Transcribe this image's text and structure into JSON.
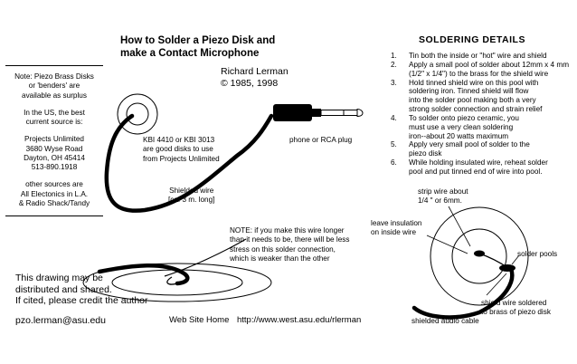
{
  "title": {
    "line1": "How to Solder a Piezo Disk and",
    "line2": "make a Contact Microphone"
  },
  "author": {
    "name": "Richard Lerman",
    "copyright": "© 1985, 1998"
  },
  "sidebar": {
    "lines_a": [
      "Note:  Piezo Brass Disks",
      "or 'benders' are",
      "available as surplus"
    ],
    "lines_b": [
      "In the US, the best",
      "current source is:"
    ],
    "lines_c": [
      "Projects Unlimited",
      "3680 Wyse Road",
      "Dayton, OH  45414",
      "513-890.1918"
    ],
    "lines_d": [
      "other sources are",
      "All Electonics in L.A.",
      "& Radio Shack/Tandy"
    ]
  },
  "labels": {
    "kbi": [
      "KBI 4410 or KBI 3013",
      "are good disks to use",
      "from Projects Unlimited"
    ],
    "plug": "phone or RCA plug",
    "shielded": [
      "Shielded wire",
      "[ca.  3 m. long]"
    ],
    "note": [
      "NOTE:  if you make this wire longer",
      "than it needs to be, there will be less",
      "stress on this solder connection,",
      "which is weaker than the other"
    ]
  },
  "distribution": [
    "This drawing may be",
    "distributed and shared.",
    "If cited, please credit the author"
  ],
  "footer": {
    "email": "pzo.lerman@asu.edu",
    "home": "Web Site Home",
    "url": "http://www.west.asu.edu/rlerman"
  },
  "soldering": {
    "heading": "SOLDERING DETAILS",
    "steps": [
      {
        "n": "1.",
        "lines": [
          "Tin both the inside or \"hot\" wire and shield"
        ]
      },
      {
        "n": "2.",
        "lines": [
          "Apply a small pool of solder about 12mm x 4 mm",
          "(1/2\" x 1/4\")  to the brass for the shield wire"
        ]
      },
      {
        "n": "3.",
        "lines": [
          "Hold tinned shield wire on this pool with",
          "soldering iron.  Tinned shield will flow",
          "into the solder pool making both a very",
          "strong solder connection and strain relief"
        ]
      },
      {
        "n": "4.",
        "lines": [
          "To solder onto piezo ceramic, you",
          " must use a very clean soldering",
          " iron--about 20 watts maximum"
        ]
      },
      {
        "n": "5.",
        "lines": [
          "Apply very small pool of solder to the",
          "piezo disk"
        ]
      },
      {
        "n": "6.",
        "lines": [
          "While holding insulated wire, reheat solder",
          "pool and put tinned end of wire into pool."
        ]
      }
    ],
    "strip": [
      "strip wire about",
      "1/4 \"  or 6mm."
    ],
    "leave": [
      "leave insulation",
      "on inside wire"
    ],
    "pools": "solder pools",
    "soldered": [
      "shield wire soldered",
      "to brass of piezo disk"
    ],
    "cable": "shielded audio cable"
  }
}
